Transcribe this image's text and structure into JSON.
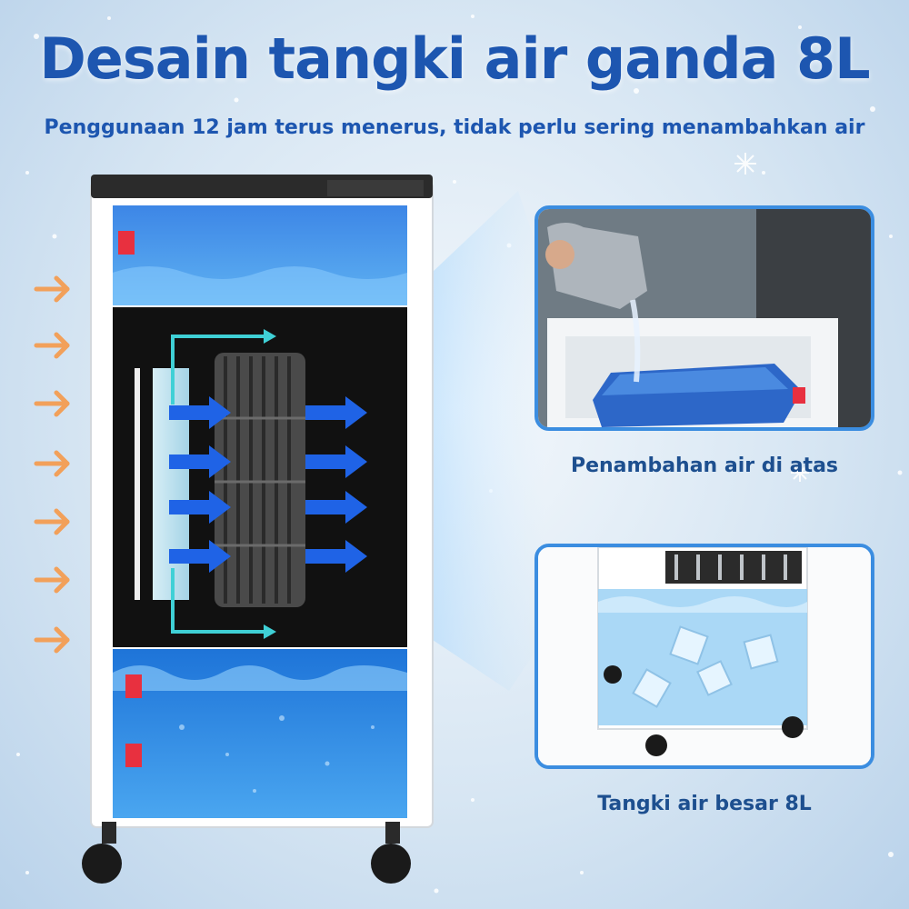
{
  "header": {
    "title": "Desain tangki air ganda 8L",
    "subtitle": "Penggunaan 12 jam terus menerus, tidak perlu sering menambahkan air"
  },
  "panels": {
    "top_caption": "Penambahan air di atas",
    "bottom_caption": "Tangki air besar 8L"
  },
  "colors": {
    "title": "#1d56b0",
    "accent": "#3b8de0",
    "water": "#2f7fe0",
    "arrow_orange": "#f2a05a"
  }
}
